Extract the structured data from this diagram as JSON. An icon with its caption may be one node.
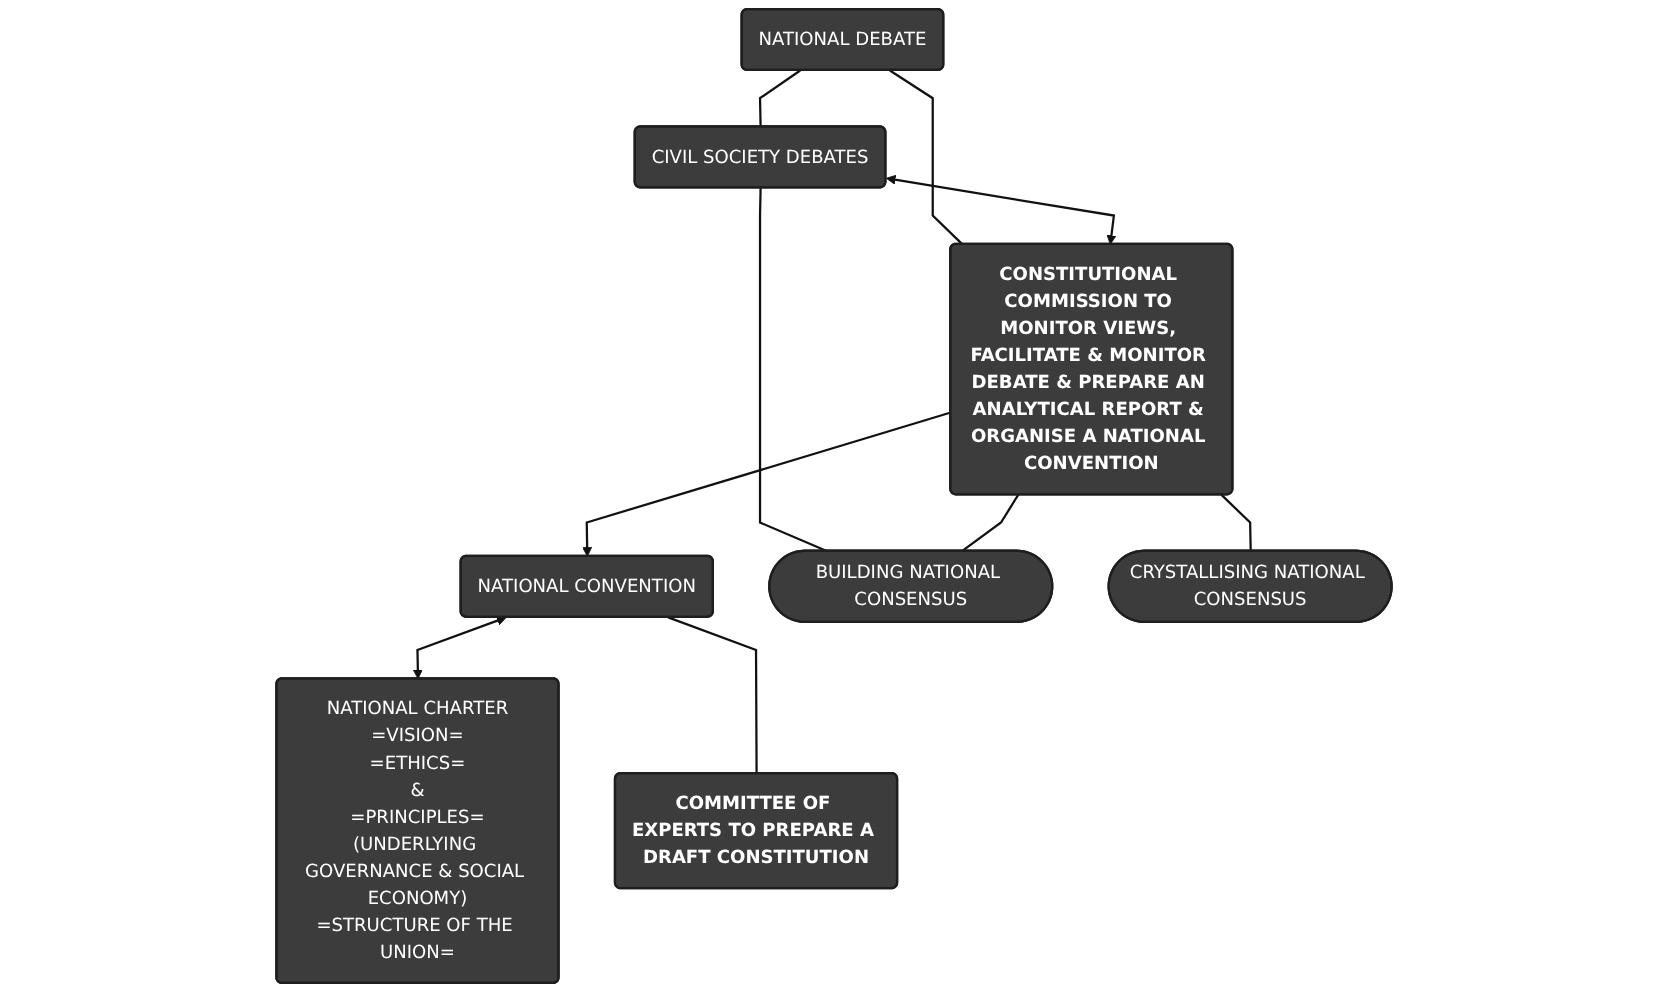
{
  "diagram": {
    "nodes": [
      {
        "text": [
          "NATIONAL DEBATE"
        ]
      },
      {
        "text": [
          "NATIONAL CONVENTION"
        ]
      },
      {
        "text": [
          "NATIONAL CHARTER",
          "=VISION=",
          "=ETHICS=",
          "&",
          "=PRINCIPLES=",
          "(UNDERLYING GOVERNANCE & SOCIAL ECONOMY)",
          "=STRUCTURE OF THE UNION="
        ]
      },
      {
        "text": [
          "CIVIL SOCIETY DEBATES"
        ]
      },
      {
        "text": [
          "CONSTITUTIONAL COMMISSION TO MONITOR VIEWS, FACILITATE & MONITOR DEBATE & PREPARE AN ANALYTICAL REPORT & ORGANISE A NATIONAL CONVENTION"
        ]
      },
      {
        "text": [
          "COMMITTEE OF EXPERTS TO PREPARE A DRAFT CONSTITUTION"
        ]
      },
      {
        "text": [
          "BUILDING NATIONAL CONSENSUS"
        ]
      },
      {
        "text": [
          "CRYSTALLISING NATIONAL CONSENSUS"
        ]
      }
    ],
    "edges": [
      {
        "from": 0,
        "to": 3,
        "arrow": "none"
      },
      {
        "from": 0,
        "to": 4,
        "arrow": "none"
      },
      {
        "from": 3,
        "to": 4,
        "arrow": "both"
      },
      {
        "from": 4,
        "to": 1,
        "arrow": "to"
      },
      {
        "from": 1,
        "to": 2,
        "arrow": "both"
      },
      {
        "from": 1,
        "to": 5,
        "arrow": "none"
      },
      {
        "from": 3,
        "to": 6,
        "arrow": "none"
      },
      {
        "from": 4,
        "to": 6,
        "arrow": "none"
      },
      {
        "from": 4,
        "to": 7,
        "arrow": "none"
      }
    ]
  }
}
